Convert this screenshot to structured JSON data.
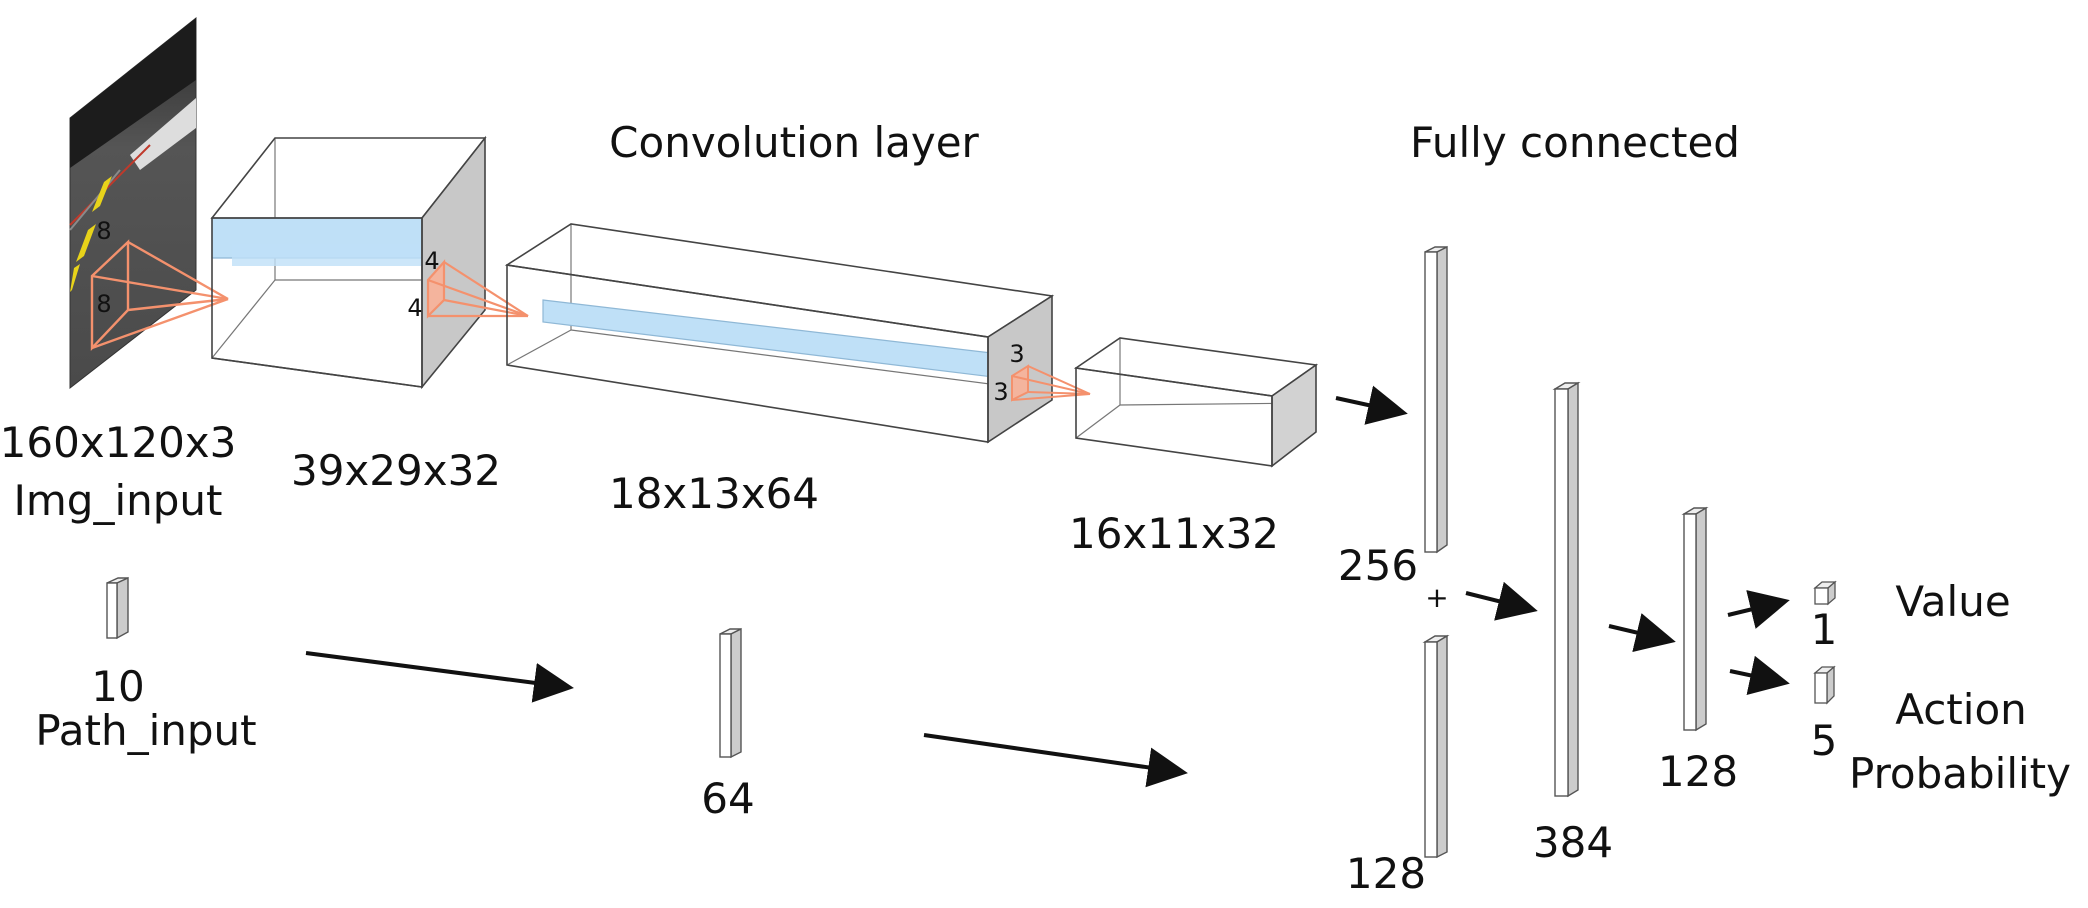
{
  "section_titles": {
    "conv": "Convolution layer",
    "fc": "Fully connected"
  },
  "layers": {
    "input_image": {
      "dims": "160x120x3",
      "name": "Img_input"
    },
    "conv1": {
      "dims": "39x29x32"
    },
    "conv2": {
      "dims": "18x13x64"
    },
    "conv3": {
      "dims": "16x11x32"
    },
    "path_input": {
      "size": "10",
      "name": "Path_input"
    },
    "path_dense": {
      "size": "64"
    },
    "fc_img": {
      "size": "256"
    },
    "fc_path": {
      "size": "128"
    },
    "concat_symbol": "+",
    "fc_merged": {
      "size": "384"
    },
    "fc_hidden": {
      "size": "128"
    },
    "value_out": {
      "size": "1",
      "name": "Value"
    },
    "action_out": {
      "size": "5",
      "name_line1": "Action",
      "name_line2": "Probability"
    }
  },
  "kernels": {
    "k1": {
      "h": "8",
      "w": "8"
    },
    "k2": {
      "h": "4",
      "w": "4"
    },
    "k3": {
      "h": "3",
      "w": "3"
    }
  },
  "colors": {
    "kernel": "#f4916d",
    "slice": "#bfe0f7",
    "box_side": "#c8c8c8",
    "arrow": "#111111"
  }
}
